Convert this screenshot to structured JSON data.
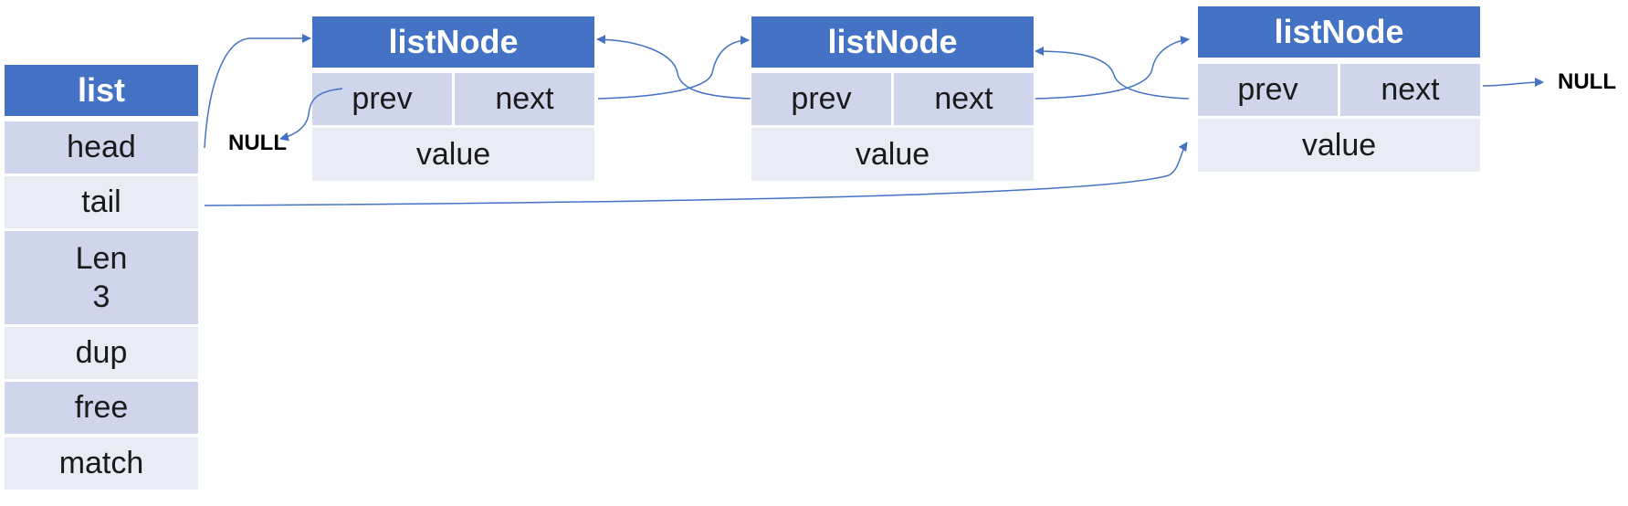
{
  "list": {
    "title": "list",
    "fields": {
      "head": "head",
      "tail": "tail",
      "len_label": "Len",
      "len_value": "3",
      "dup": "dup",
      "free": "free",
      "match": "match"
    }
  },
  "nodes": [
    {
      "title": "listNode",
      "prev": "prev",
      "next": "next",
      "value": "value"
    },
    {
      "title": "listNode",
      "prev": "prev",
      "next": "next",
      "value": "value"
    },
    {
      "title": "listNode",
      "prev": "prev",
      "next": "next",
      "value": "value"
    }
  ],
  "null_labels": {
    "head_null": "NULL",
    "tail_null": "NULL"
  },
  "colors": {
    "header": "#4472c4",
    "cell_dark": "#cfd5ea",
    "cell_light": "#e9ebf5",
    "arrow": "#4472c4"
  }
}
